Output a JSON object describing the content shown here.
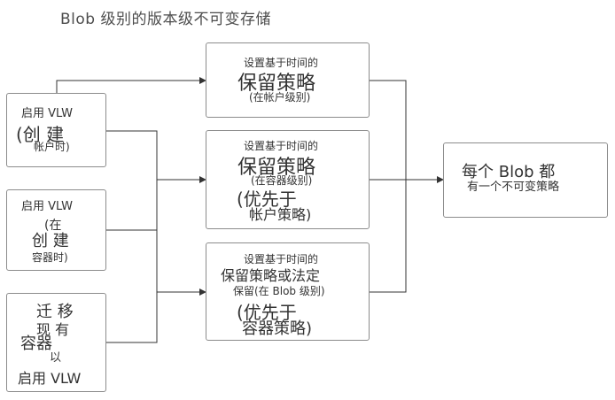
{
  "title": "Blob 级别的版本级不可变存储",
  "left": {
    "box1": {
      "l1": "启用 VLW",
      "l2": "(创 建",
      "l3": "帐户时)"
    },
    "box2": {
      "l1": "启用 VLW",
      "l2": "(在",
      "l3": "创 建",
      "l4": "容器时)"
    },
    "box3": {
      "l1": "迁 移",
      "l2": "现 有",
      "l3": "容器",
      "l4": "以",
      "l5": "启用 VLW"
    }
  },
  "middle": {
    "box1": {
      "l1": "设置基于时间的",
      "l2": "保留策略",
      "l3": "(在帐户级别)"
    },
    "box2": {
      "l1": "设置基于时间的",
      "l2": "保留策略",
      "l3": "(在容器级别)",
      "l4": "(优先于",
      "l5": "帐户策略)"
    },
    "box3": {
      "l1": "设置基于时间的",
      "l2": "保留策略或法定",
      "l3": "保留(在 Blob 级别)",
      "l4": "(优先于",
      "l5": "容器策略)"
    }
  },
  "right": {
    "l1": "每个 Blob 都",
    "l2": "有一个不可变策略"
  },
  "colors": {
    "border": "#8c8c8c",
    "connector": "#333333",
    "text": "#333333"
  }
}
